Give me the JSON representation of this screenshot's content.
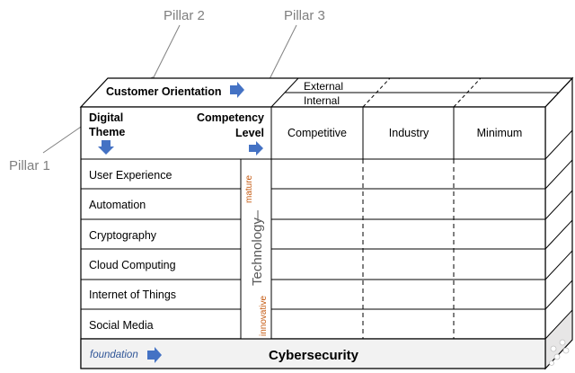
{
  "pillars": {
    "p1": "Pillar 1",
    "p2": "Pillar 2",
    "p3": "Pillar 3"
  },
  "top_face": {
    "customer_orientation": "Customer Orientation",
    "external": "External",
    "internal": "Internal"
  },
  "header": {
    "digital_theme_line1": "Digital",
    "digital_theme_line2": "Theme",
    "competency_line1": "Competency",
    "competency_line2": "Level",
    "columns": [
      "Competitive",
      "Industry",
      "Minimum"
    ]
  },
  "themes": [
    "User Experience",
    "Automation",
    "Cryptography",
    "Cloud Computing",
    "Internet of Things",
    "Social Media"
  ],
  "technology_bar": {
    "label": "Technology",
    "top": "mature",
    "bottom": "innovative"
  },
  "foundation": {
    "label": "foundation",
    "title": "Cybersecurity"
  },
  "colors": {
    "arrow": "#4472c4",
    "accent_text": "#c55a11",
    "pillar_text": "#7f7f7f",
    "foundation_bg": "#f2f2f2",
    "side_face": "#e7e6e6"
  }
}
